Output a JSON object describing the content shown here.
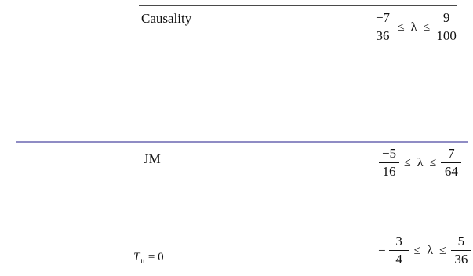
{
  "rows": [
    {
      "label": "Causality",
      "lower": {
        "sign": "",
        "num": "−7",
        "den": "36"
      },
      "op1": "≤",
      "lambda": "λ",
      "op2": "≤",
      "upper": {
        "num": "9",
        "den": "100"
      }
    },
    {
      "label": "JM",
      "lower": {
        "sign": "",
        "num": "−5",
        "den": "16"
      },
      "op1": "≤",
      "lambda": "λ",
      "op2": "≤",
      "upper": {
        "num": "7",
        "den": "64"
      }
    },
    {
      "label_var": "T",
      "label_sub": "tt",
      "label_rest": "= 0",
      "lower": {
        "sign": "−",
        "num": "3",
        "den": "4"
      },
      "op1": "≤",
      "lambda": "λ",
      "op2": "≤",
      "upper": {
        "num": "5",
        "den": "36"
      }
    }
  ]
}
